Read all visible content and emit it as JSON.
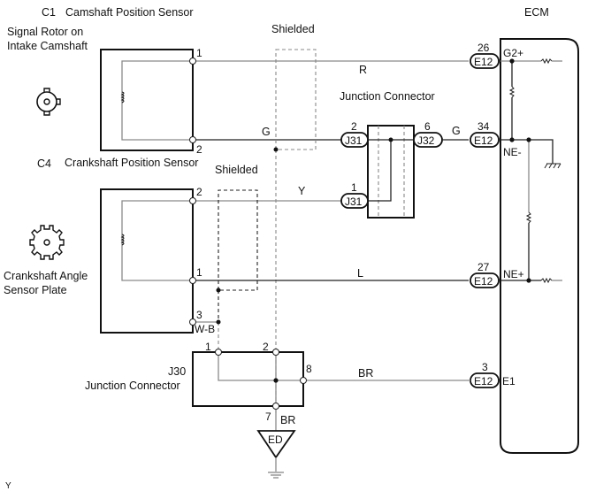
{
  "components": {
    "cam_sensor": {
      "code": "C1",
      "name": "Camshaft Position Sensor",
      "pins": [
        "1",
        "2"
      ]
    },
    "cam_rotor": {
      "line1": "Signal Rotor on",
      "line2": "Intake Camshaft"
    },
    "crank_sensor": {
      "code": "C4",
      "name": "Crankshaft Position Sensor",
      "pins": [
        "2",
        "1",
        "3"
      ]
    },
    "crank_plate": {
      "line1": "Crankshaft Angle",
      "line2": "Sensor Plate"
    },
    "ecm": {
      "name": "ECM"
    },
    "junction_top": {
      "name": "Junction Connector"
    },
    "junction_j30": {
      "code": "J30",
      "name": "Junction Connector",
      "pins": [
        "1",
        "2",
        "8",
        "7"
      ]
    },
    "ground_point": {
      "code": "ED"
    }
  },
  "shield_labels": {
    "upper": "Shielded",
    "lower": "Shielded"
  },
  "wires": {
    "r": "R",
    "g_left": "G",
    "g_right": "G",
    "y": "Y",
    "l": "L",
    "wb": "W-B",
    "br_right": "BR",
    "br_down": "BR"
  },
  "connectors": {
    "j31_a": {
      "code": "J31",
      "pin": "2"
    },
    "j31_b": {
      "code": "J31",
      "pin": "1"
    },
    "j32": {
      "code": "J32",
      "pin": "6"
    },
    "e12_g2": {
      "code": "E12",
      "pin": "26",
      "terminal": "G2+"
    },
    "e12_ne_minus": {
      "code": "E12",
      "pin": "34",
      "terminal": "NE-"
    },
    "e12_ne_plus": {
      "code": "E12",
      "pin": "27",
      "terminal": "NE+"
    },
    "e12_e1": {
      "code": "E12",
      "pin": "3",
      "terminal": "E1"
    }
  },
  "footer": {
    "mark": "Y"
  }
}
